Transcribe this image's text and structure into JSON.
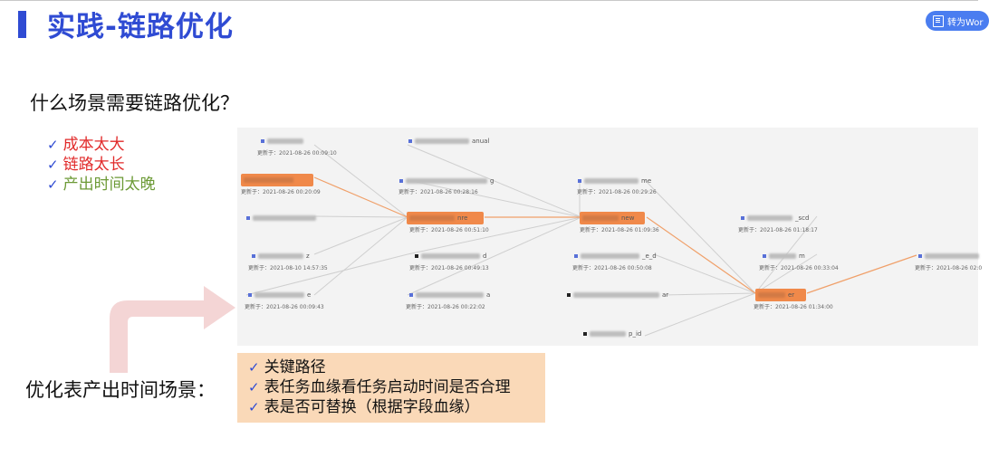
{
  "slide": {
    "title": "实践-链路优化",
    "convert_button_label": "转为Wor",
    "question": "什么场景需要链路优化？",
    "reasons": [
      {
        "text": "成本太大",
        "color": "#e12a2a"
      },
      {
        "text": "链路太长",
        "color": "#e12a2a"
      },
      {
        "text": "产出时间太晚",
        "color": "#6c9a36"
      }
    ],
    "scene_label": "优化表产出时间场景：",
    "scenes": [
      "关键路径",
      "表任务血缘看任务启动时间是否合理",
      "表是否可替换（根据字段血缘）"
    ]
  },
  "graph": {
    "highlight_color": "#f0894a",
    "nodes": [
      {
        "suffix": "",
        "time": "更新于：2021-08-26 00:09:10",
        "hl": false
      },
      {
        "suffix": "anual",
        "time": "",
        "hl": false
      },
      {
        "suffix": "",
        "time": "更新于：2021-08-26 00:20:09",
        "hl": true
      },
      {
        "suffix": "g",
        "time": "更新于：2021-08-26 00:28:16",
        "hl": false
      },
      {
        "suffix": "me",
        "time": "更新于：2021-08-26 00:29:26",
        "hl": false
      },
      {
        "suffix": "",
        "time": "",
        "hl": false
      },
      {
        "suffix": "nre",
        "time": "更新于：2021-08-26 00:51:10",
        "hl": true
      },
      {
        "suffix": "new",
        "time": "更新于：2021-08-26 01:09:36",
        "hl": true
      },
      {
        "suffix": "_scd",
        "time": "更新于：2021-08-26 01:18:17",
        "hl": false
      },
      {
        "suffix": "z",
        "time": "更新于：2021-08-10 14:57:35",
        "hl": false
      },
      {
        "suffix": "d",
        "time": "更新于：2021-08-26 00:49:13",
        "hl": false
      },
      {
        "suffix": "_e_d",
        "time": "更新于：2021-08-26 00:50:08",
        "hl": false
      },
      {
        "suffix": "m",
        "time": "更新于：2021-08-26 00:33:04",
        "hl": false
      },
      {
        "suffix": "",
        "time": "更新于：2021-08-26 02:0",
        "hl": false
      },
      {
        "suffix": "e",
        "time": "更新于：2021-08-26 00:09:43",
        "hl": false
      },
      {
        "suffix": "a",
        "time": "更新于：2021-08-26 00:22:02",
        "hl": false
      },
      {
        "suffix": "ar",
        "time": "",
        "hl": false
      },
      {
        "suffix": "er",
        "time": "更新于：2021-08-26 01:34:00",
        "hl": true
      },
      {
        "suffix": "p_id",
        "time": "",
        "hl": false
      }
    ]
  }
}
